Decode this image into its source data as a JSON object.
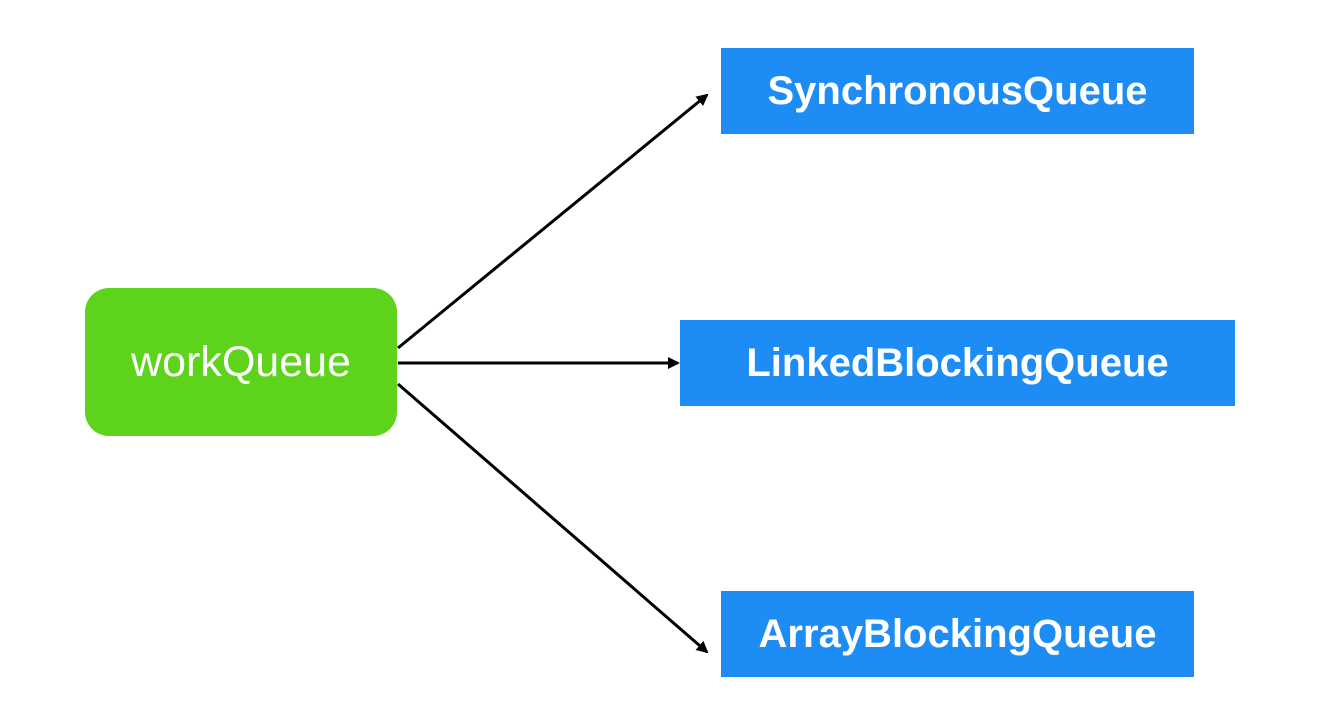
{
  "diagram": {
    "source": {
      "label": "workQueue",
      "color": "#5ed31c"
    },
    "targets": [
      {
        "label": "SynchronousQueue",
        "color": "#1e8cf5"
      },
      {
        "label": "LinkedBlockingQueue",
        "color": "#1e8cf5"
      },
      {
        "label": "ArrayBlockingQueue",
        "color": "#1e8cf5"
      }
    ],
    "edge_color": "#000000"
  }
}
